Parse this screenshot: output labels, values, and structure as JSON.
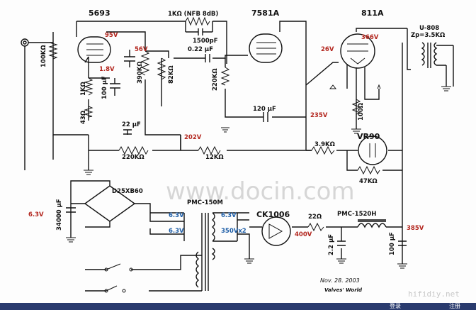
{
  "colors": {
    "voltage": "#b3261e",
    "transformer": "#1f5fa8",
    "wire": "#111111",
    "watermark": "#d6d6d6",
    "footer_bar": "#2a3b6e"
  },
  "tubes": {
    "t1": "5693",
    "t2": "7581A",
    "t3": "811A",
    "rect": "CK1006",
    "reg": "VR90"
  },
  "parts": {
    "r_fb": "1KΩ (NFB 8dB)",
    "c_fb": "1500pF",
    "r_vol": "100KΩ",
    "r_cath": "1KΩ",
    "c_cath": "100 μF",
    "r_43": "43Ω",
    "r_390": "390KΩ",
    "r_82": "82KΩ",
    "c_coup": "0.22 μF",
    "r_grid": "220KΩ",
    "c_120": "120 μF",
    "c_22": "22 μF",
    "r_220": "220KΩ",
    "r_12": "12KΩ",
    "r_39": "3.9KΩ",
    "r_47": "47KΩ",
    "r_100": "100Ω",
    "ot": "U-808",
    "zp": "Zp=3.5KΩ",
    "bridge": "D25XB60",
    "c_34000": "34000 μF",
    "pt": "PMC-150M",
    "r_22": "22Ω",
    "choke": "PMC-1520H",
    "c_22u": "2.2 μF",
    "c_100": "100 μF"
  },
  "voltages": {
    "v95": "95V",
    "v56": "56V",
    "v18": "1.8V",
    "v202": "202V",
    "v235": "235V",
    "v366": "366V",
    "v26": "26V",
    "v63a": "6.3V",
    "v63b": "6.3V",
    "v63c": "6.3V",
    "v63d": "6.3V",
    "v350": "350Vx2",
    "v400": "400V",
    "v385": "385V"
  },
  "footer": {
    "date": "Nov. 28. 2003",
    "sign": "Valves' World",
    "watermark": "www.docin.com",
    "site": "hifidiy.net",
    "login": "登录",
    "register": "注册"
  }
}
